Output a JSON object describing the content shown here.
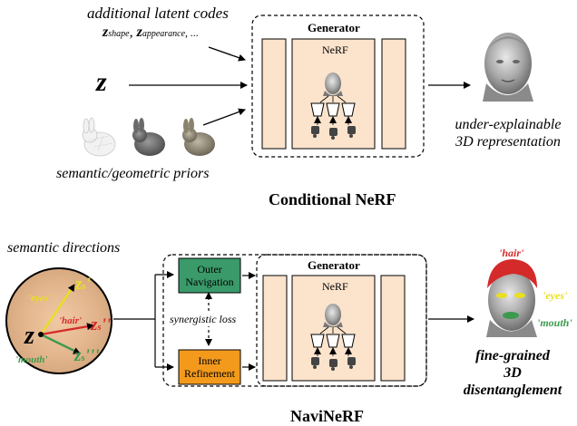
{
  "top": {
    "latent_title": "additional latent codes",
    "z_shape_main": "z",
    "z_shape_sub": "shape",
    "z_appearance_main": "z",
    "z_appearance_sub": "appearance",
    "latent_trailing": ", ...",
    "z_label": "z",
    "priors_label": "semantic/geometric priors",
    "generator_label": "Generator",
    "nerf_label": "NeRF",
    "output_line1": "under-explainable",
    "output_line2": "3D representation",
    "caption": "Conditional NeRF"
  },
  "bottom": {
    "semantic_directions": "semantic directions",
    "z_label": "z",
    "eyes_tag": "'eyes'",
    "hair_tag": "'hair'",
    "mouth_tag": "'mouth'",
    "zs1": "z",
    "zs1_sub": "s",
    "zs1_prime": "'",
    "zs2": "z",
    "zs2_sub": "s",
    "zs2_prime": "''",
    "zs3": "z",
    "zs3_sub": "s",
    "zs3_prime": "'''",
    "outer_line1": "Outer",
    "outer_line2": "Navigation",
    "inner_line1": "Inner",
    "inner_line2": "Refinement",
    "synergistic": "synergistic loss",
    "generator_label": "Generator",
    "nerf_label": "NeRF",
    "out_hair": "'hair'",
    "out_eyes": "'eyes'",
    "out_mouth": "'mouth'",
    "output_line1": "fine-grained",
    "output_line2": "3D disentanglement",
    "caption": "NaviNeRF"
  },
  "colors": {
    "panel_fill": "#fbe3cc",
    "outer_nav": "#3a9a6a",
    "inner_ref": "#f39a1c",
    "hair": "#d42a2a",
    "eyes": "#e8e020",
    "mouth": "#3c9a4e"
  }
}
